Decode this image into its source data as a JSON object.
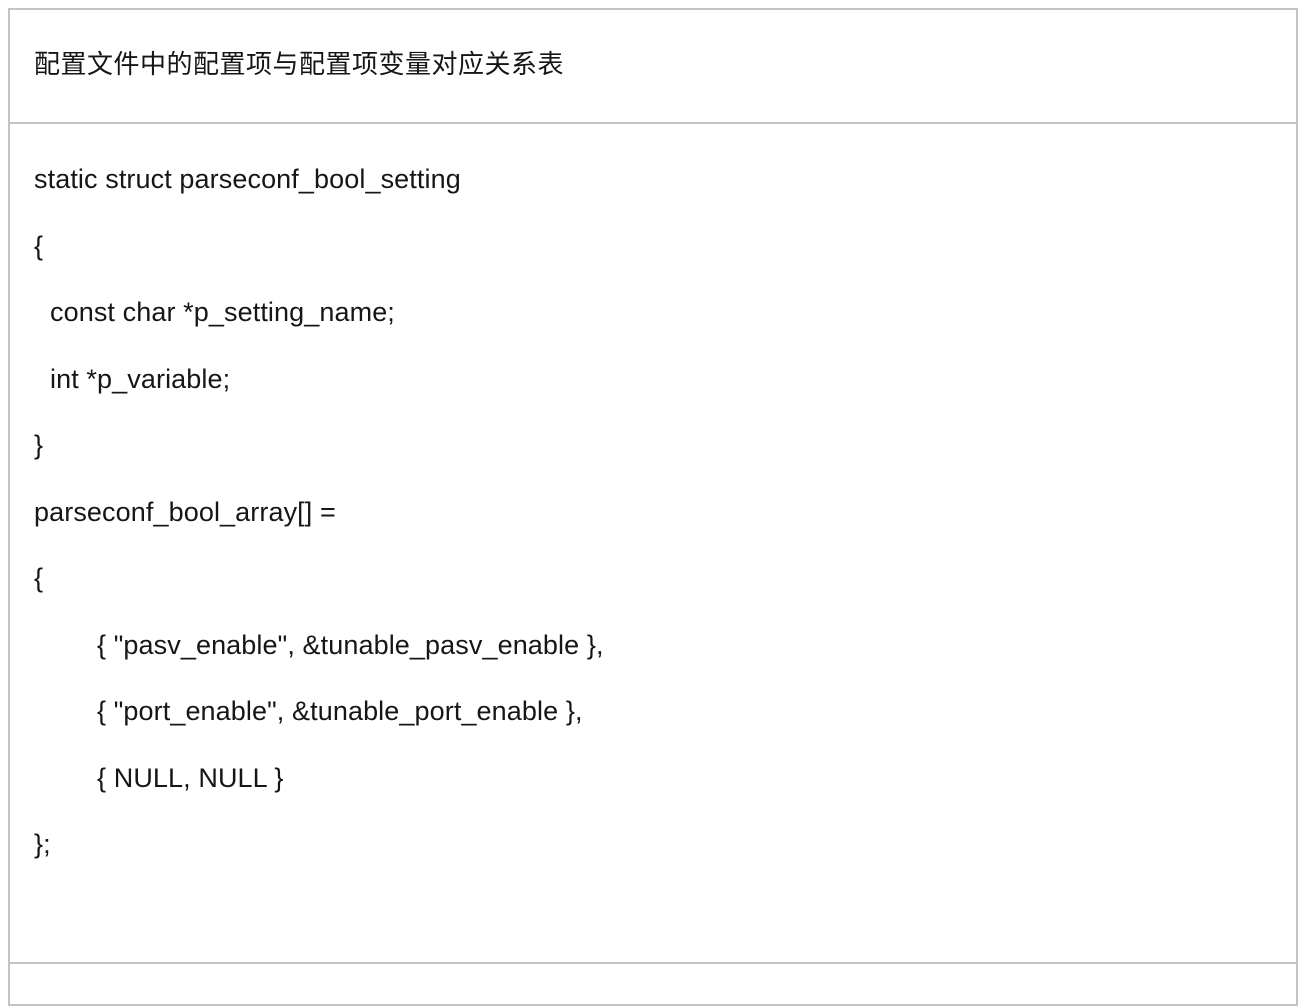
{
  "document": {
    "header": {
      "title": "配置文件中的配置项与配置项变量对应关系表"
    },
    "code_block": {
      "language": "c",
      "lines": [
        {
          "text": "static struct parseconf_bool_setting",
          "indent": 0
        },
        {
          "text": "{",
          "indent": 0
        },
        {
          "text": "const char *p_setting_name;",
          "indent": 1
        },
        {
          "text": "int *p_variable;",
          "indent": 1
        },
        {
          "text": "}",
          "indent": 0
        },
        {
          "text": "parseconf_bool_array[] =",
          "indent": 0
        },
        {
          "text": "{",
          "indent": 0
        },
        {
          "text": "{ \"pasv_enable\", &tunable_pasv_enable },",
          "indent": 2
        },
        {
          "text": "{ \"port_enable\", &tunable_port_enable },",
          "indent": 2
        },
        {
          "text": "{ NULL, NULL }",
          "indent": 2
        },
        {
          "text": "};",
          "indent": 0
        }
      ]
    },
    "colors": {
      "border": "#c3c3c3",
      "text": "#161616",
      "background": "#ffffff"
    }
  }
}
